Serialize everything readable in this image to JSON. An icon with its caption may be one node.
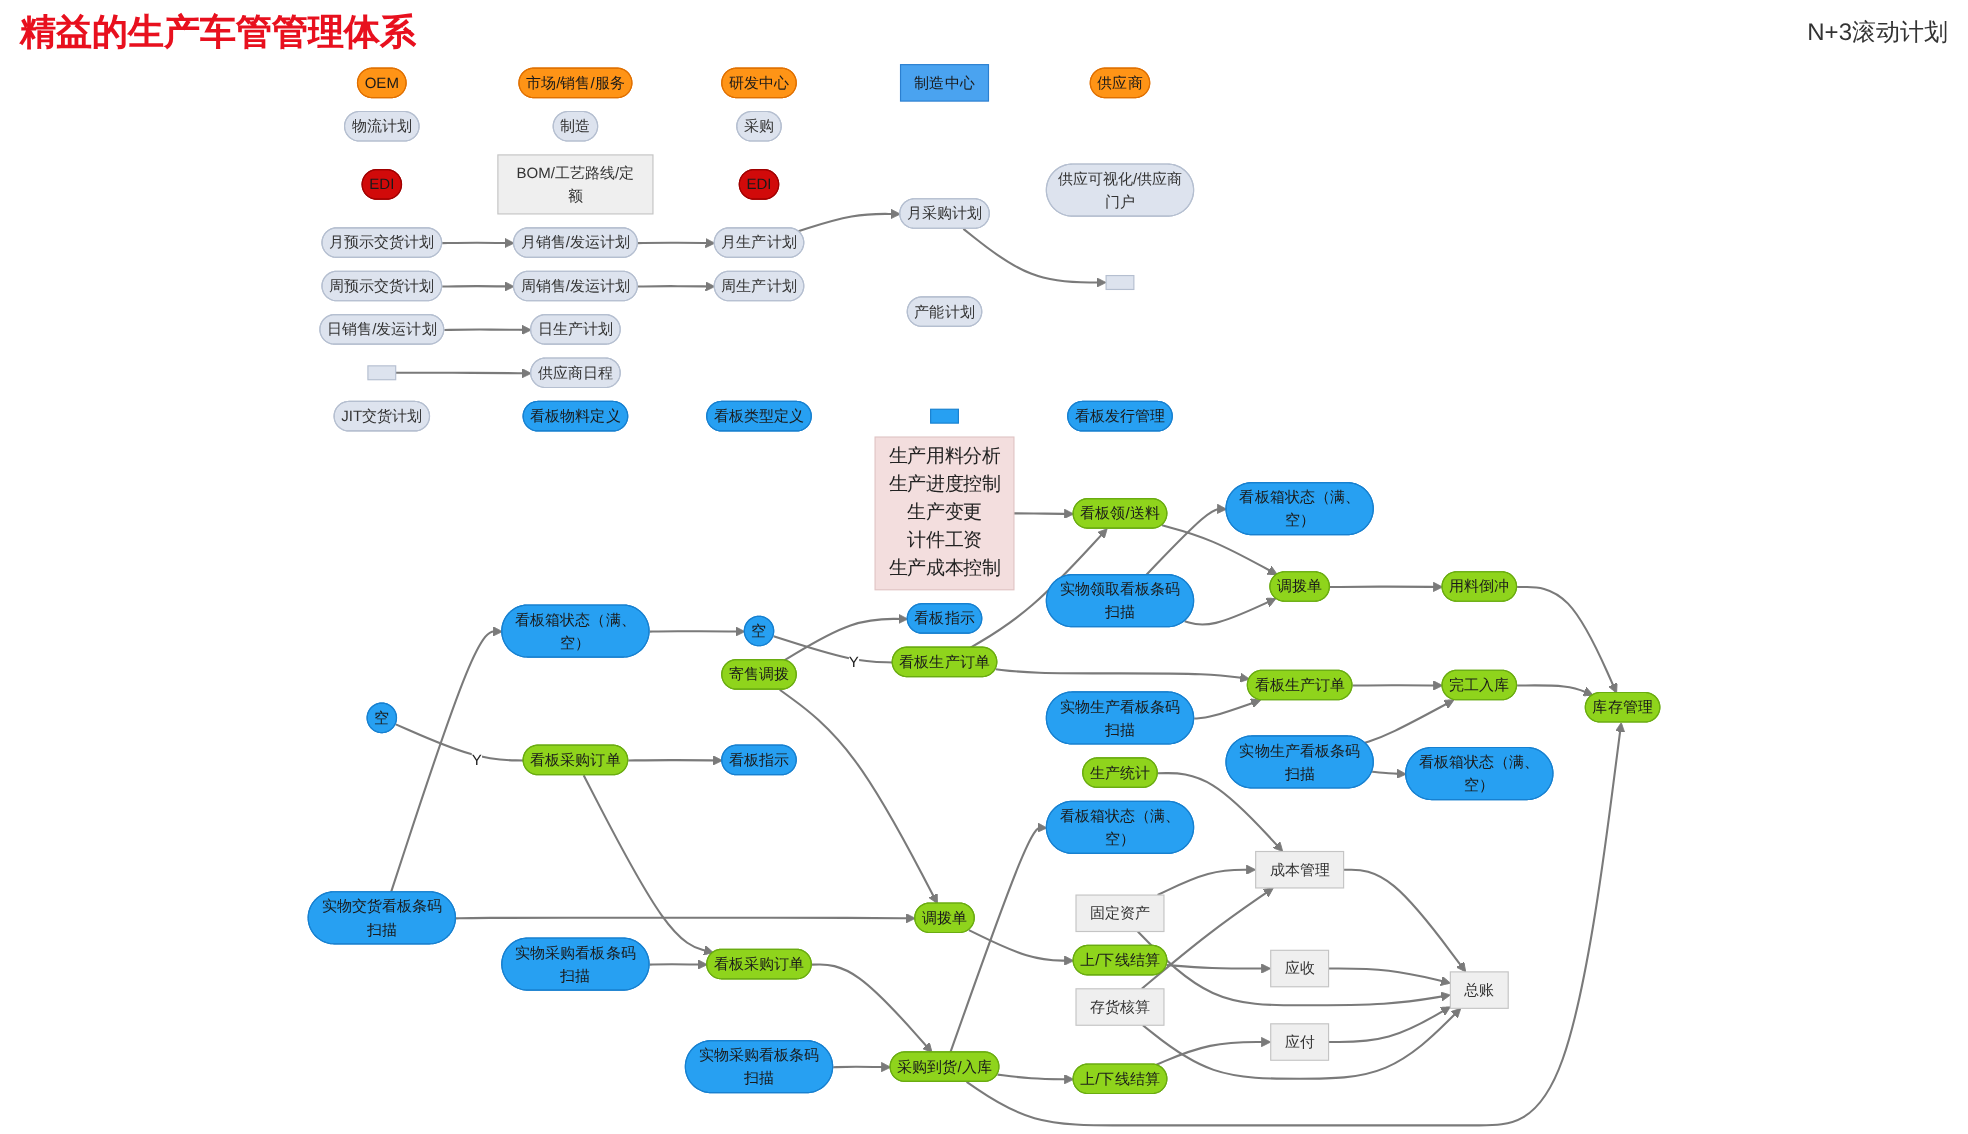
{
  "diagram": {
    "title": "精益的生产车管管理体系",
    "nodes": [
      {
        "text": [
          "OEM"
        ]
      },
      {
        "text": [
          "市场/销售/服务"
        ]
      },
      {
        "text": [
          "研发中心"
        ]
      },
      {
        "text": [
          "制造中心"
        ]
      },
      {
        "text": [
          "物流计划"
        ]
      },
      {
        "text": [
          "制造"
        ]
      },
      {
        "text": [
          "采购"
        ]
      },
      {
        "text": [
          "供应商"
        ]
      },
      {
        "text": [
          "EDI"
        ]
      },
      {
        "text": [
          "BOM/工艺路线/定额"
        ]
      },
      {
        "text": [
          "EDI"
        ]
      },
      {
        "text": [
          "月预示交货计划"
        ]
      },
      {
        "text": [
          "月销售/发运计划"
        ]
      },
      {
        "text": [
          "月生产计划"
        ]
      },
      {
        "text": [
          "月采购计划"
        ]
      },
      {
        "text": [
          "供应可视化/供应商门户"
        ]
      },
      {
        "text": [
          "产能计划"
        ]
      },
      {
        "text": [
          "周预示交货计划"
        ]
      },
      {
        "text": [
          "周销售/发运计划"
        ]
      },
      {
        "text": [
          "周生产计划"
        ]
      },
      {
        "text": [
          "生产用料分析",
          "生产进度控制",
          "生产变更",
          "计件工资",
          "生产成本控制"
        ]
      },
      {
        "text": [],
        "shape": "box"
      },
      {
        "text": [
          "日销售/发运计划"
        ]
      },
      {
        "text": [
          "日生产计划"
        ]
      },
      {
        "text": [],
        "shape": "box"
      },
      {
        "text": [
          "供应商日程"
        ]
      },
      {
        "text": [
          "看板物料定义"
        ]
      },
      {
        "text": [
          "看板类型定义"
        ]
      },
      {
        "text": [],
        "shape": "box"
      },
      {
        "text": [
          "看板发行管理"
        ]
      },
      {
        "text": [
          "JIT交货计划"
        ]
      },
      {
        "text": [
          "看板箱状态（满、空）"
        ]
      },
      {
        "text": [
          "空"
        ]
      },
      {
        "text": [
          "看板箱状态（满、空）"
        ]
      },
      {
        "text": [
          "空"
        ]
      },
      {
        "text": [
          "看板指示"
        ]
      },
      {
        "text": [
          "寄售调拨"
        ]
      },
      {
        "text": [
          "看板生产订单"
        ]
      },
      {
        "text": [
          "看板领/送料"
        ]
      },
      {
        "text": [
          "看板采购订单"
        ]
      },
      {
        "text": [
          "看板指示"
        ]
      },
      {
        "text": [
          "调拨单"
        ]
      },
      {
        "text": [
          "实物交货看板条码扫描"
        ]
      },
      {
        "text": [
          "实物生产看板条码扫描"
        ]
      },
      {
        "text": [
          "看板生产订单"
        ]
      },
      {
        "text": [
          "调拨单"
        ]
      },
      {
        "text": [
          "实物领取看板条码扫描"
        ]
      },
      {
        "text": [
          "看板采购订单"
        ]
      },
      {
        "text": [
          "实物采购看板条码扫描"
        ]
      },
      {
        "text": [
          "用料倒冲"
        ]
      },
      {
        "text": [
          "实物采购看板条码扫描"
        ]
      },
      {
        "text": [
          "采购到货/入库"
        ]
      },
      {
        "text": [
          "上/下线结算"
        ]
      },
      {
        "text": [
          "实物生产看板条码扫描"
        ]
      },
      {
        "text": [
          "完工入库"
        ]
      },
      {
        "text": [
          "库存管理"
        ]
      },
      {
        "text": [
          "生产统计"
        ]
      },
      {
        "text": [
          "看板箱状态（满、空）"
        ]
      },
      {
        "text": [
          "看板箱状态（满、空）"
        ]
      },
      {
        "text": [
          "上/下线结算"
        ]
      },
      {
        "text": [
          "固定资产"
        ]
      },
      {
        "text": [
          "成本管理"
        ]
      },
      {
        "text": [
          "存货核算"
        ]
      },
      {
        "text": [
          "应收"
        ]
      },
      {
        "text": [
          "总账"
        ]
      },
      {
        "text": [
          "应付"
        ]
      }
    ],
    "edges": [
      {
        "from": 11,
        "to": 12,
        "arrow": "to"
      },
      {
        "from": 12,
        "to": 13,
        "arrow": "to"
      },
      {
        "from": 13,
        "to": 14,
        "arrow": "to"
      },
      {
        "from": 17,
        "to": 18,
        "arrow": "to"
      },
      {
        "from": 18,
        "to": 19,
        "arrow": "to"
      },
      {
        "from": 22,
        "to": 23,
        "arrow": "to"
      },
      {
        "from": 14,
        "to": 21,
        "arrow": "to"
      },
      {
        "from": 24,
        "to": 25,
        "arrow": "to"
      },
      {
        "from": 20,
        "to": 38,
        "arrow": "to"
      },
      {
        "from": 31,
        "to": 32,
        "arrow": "to"
      },
      {
        "from": 32,
        "to": 37,
        "label": "Y",
        "arrow": "none"
      },
      {
        "from": 34,
        "to": 39,
        "label": "Y",
        "arrow": "none"
      },
      {
        "from": 36,
        "to": 35,
        "arrow": "to"
      },
      {
        "from": 36,
        "to": 41,
        "arrow": "to"
      },
      {
        "from": 42,
        "to": 41,
        "arrow": "to"
      },
      {
        "from": 42,
        "to": 31,
        "arrow": "to"
      },
      {
        "from": 41,
        "to": 52,
        "arrow": "to"
      },
      {
        "from": 52,
        "to": 63,
        "arrow": "to"
      },
      {
        "from": 37,
        "to": 38,
        "arrow": "to"
      },
      {
        "from": 37,
        "to": 44,
        "arrow": "to"
      },
      {
        "from": 43,
        "to": 44,
        "arrow": "to"
      },
      {
        "from": 44,
        "to": 54,
        "arrow": "to"
      },
      {
        "from": 38,
        "to": 45,
        "arrow": "to"
      },
      {
        "from": 46,
        "to": 45,
        "arrow": "to"
      },
      {
        "from": 46,
        "to": 33,
        "arrow": "to"
      },
      {
        "from": 45,
        "to": 49,
        "arrow": "to"
      },
      {
        "from": 49,
        "to": 55,
        "arrow": "to"
      },
      {
        "from": 54,
        "to": 55,
        "arrow": "to"
      },
      {
        "from": 53,
        "to": 54,
        "arrow": "to"
      },
      {
        "from": 53,
        "to": 57,
        "arrow": "to"
      },
      {
        "from": 39,
        "to": 40,
        "arrow": "to"
      },
      {
        "from": 39,
        "to": 47,
        "arrow": "to"
      },
      {
        "from": 48,
        "to": 47,
        "arrow": "to"
      },
      {
        "from": 47,
        "to": 51,
        "arrow": "to"
      },
      {
        "from": 50,
        "to": 51,
        "arrow": "to"
      },
      {
        "from": 51,
        "to": 55,
        "arrow": "to"
      },
      {
        "from": 51,
        "to": 58,
        "arrow": "to"
      },
      {
        "from": 51,
        "to": 59,
        "arrow": "to"
      },
      {
        "from": 59,
        "to": 65,
        "arrow": "to"
      },
      {
        "from": 56,
        "to": 61,
        "arrow": "to"
      },
      {
        "from": 60,
        "to": 61,
        "arrow": "to"
      },
      {
        "from": 62,
        "to": 61,
        "arrow": "to"
      },
      {
        "from": 61,
        "to": 64,
        "arrow": "to"
      },
      {
        "from": 63,
        "to": 64,
        "arrow": "to"
      },
      {
        "from": 60,
        "to": 64,
        "arrow": "to"
      },
      {
        "from": 65,
        "to": 64,
        "arrow": "to"
      },
      {
        "from": 62,
        "to": 64,
        "arrow": "to"
      }
    ],
    "labels": [
      "N+3滚动计划"
    ]
  }
}
